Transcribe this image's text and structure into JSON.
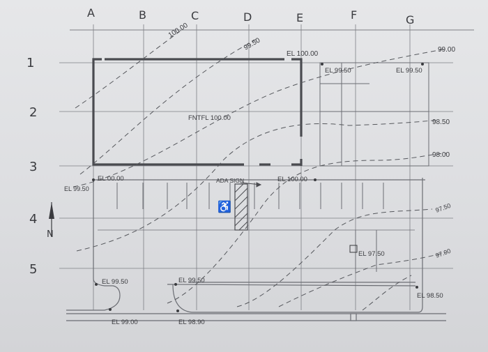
{
  "grid": {
    "columns": [
      "A",
      "B",
      "C",
      "D",
      "E",
      "F",
      "G"
    ],
    "rows": [
      "1",
      "2",
      "3",
      "4",
      "5"
    ]
  },
  "contours": {
    "c10000": "100.00",
    "c9950": "99.50",
    "c9900": "99.00",
    "c9850": "98.50",
    "c9800": "98.00",
    "c9750": "97.50",
    "c9700": "97.00"
  },
  "elevations": {
    "el_top": "EL 100.00",
    "el_9950_a": "EL 99.50",
    "el_9950_b": "EL 99.50",
    "ffl": "FNTFL 100.00",
    "el_0000": "EL 00.00",
    "el_9950_left": "EL 99.50",
    "ada_sign": "ADA SIGN",
    "el_10000_mid": "EL 100.00",
    "el_9750": "EL 97.50",
    "el_9950_bl": "EL 99.50",
    "el_9950_bm": "EL 99.50",
    "el_9900": "EL 99.00",
    "el_9890": "EL 98.90",
    "el_9850": "EL 98.50"
  },
  "north_label": "N",
  "accessible_symbol": "♿",
  "colors": {
    "ink": "#3a3b3f",
    "wall": "#4a4b50",
    "light": "#7d7f85"
  }
}
